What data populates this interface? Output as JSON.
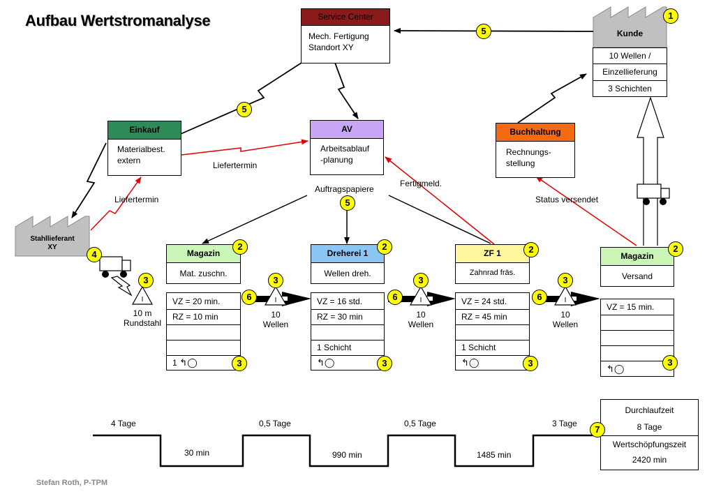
{
  "title": "Aufbau Wertstromanalyse",
  "footer": "Stefan Roth, P-TPM",
  "service_center": {
    "header": "Service Center",
    "line1": "Mech. Fertigung",
    "line2": "Standort XY"
  },
  "kunde": {
    "title": "Kunde",
    "row1": "10 Wellen /",
    "row2": "Einzellieferung",
    "row3": "3 Schichten"
  },
  "einkauf": {
    "header": "Einkauf",
    "line1": "Materialbest.",
    "line2": "extern"
  },
  "av": {
    "header": "AV",
    "line1": "Arbeitsablauf",
    "line2": "-planung"
  },
  "buchhaltung": {
    "header": "Buchhaltung",
    "line1": "Rechnungs-",
    "line2": "stellung"
  },
  "stahllieferant": {
    "line1": "Stahllieferant",
    "line2": "XY"
  },
  "labels": {
    "liefertermin_1": "Liefertermin",
    "liefertermin_2": "Liefertermin",
    "auftragspapiere": "Auftragspapiere",
    "fertigmeld": "Fertigmeld.",
    "status_versendet": "Status versendet"
  },
  "processes": {
    "magazin": {
      "header": "Magazin",
      "sub": "Mat. zuschn.",
      "vz": "VZ = 20 min.",
      "rz": "RZ = 10 min",
      "schicht": "",
      "op": "1"
    },
    "dreherei": {
      "header": "Dreherei 1",
      "sub": "Wellen dreh.",
      "vz": "VZ = 16 std.",
      "rz": "RZ = 30 min",
      "schicht": "1 Schicht"
    },
    "zf": {
      "header": "ZF 1",
      "sub": "Zahnrad fräs.",
      "vz": "VZ = 24 std.",
      "rz": "RZ = 45 min",
      "schicht": "1 Schicht"
    },
    "versand": {
      "header": "Magazin",
      "sub": "Versand",
      "vz": "VZ = 15 min."
    }
  },
  "inventory": {
    "i0": {
      "line1": "10 m",
      "line2": "Rundstahl"
    },
    "i1": {
      "line1": "10",
      "line2": "Wellen"
    },
    "i2": {
      "line1": "10",
      "line2": "Wellen"
    },
    "i3": {
      "line1": "10",
      "line2": "Wellen"
    }
  },
  "timeline": {
    "tage": [
      "4 Tage",
      "0,5 Tage",
      "0,5 Tage",
      "3 Tage"
    ],
    "min": [
      "30 min",
      "990 min",
      "1485 min"
    ]
  },
  "summary": {
    "row1": "Durchlaufzeit",
    "row2": "8 Tage",
    "row3": "Wertschöpfungszeit",
    "row4": "2420 min"
  },
  "badges": {
    "kunde": "1",
    "magazin": "2",
    "dreherei": "2",
    "zf": "2",
    "versand": "2",
    "inv0": "3",
    "inv1": "3",
    "inv2": "3",
    "inv3": "3",
    "op_magazin": "3",
    "op_dreherei": "3",
    "op_zf": "3",
    "op_versand": "3",
    "stahl": "4",
    "info_kunde": "5",
    "info_einkauf": "5",
    "info_auftrag": "5",
    "push1": "6",
    "push2": "6",
    "push3": "6",
    "summary": "7"
  },
  "colors": {
    "service_center": "#8b1a1a",
    "einkauf": "#2e8b57",
    "av": "#c9a6f5",
    "buchhaltung": "#f26a12",
    "magazin": "#ccf5b8",
    "dreherei": "#8cc6f5",
    "zf": "#fff59c",
    "badge": "#ffff00",
    "factory": "#c0c0c0"
  }
}
